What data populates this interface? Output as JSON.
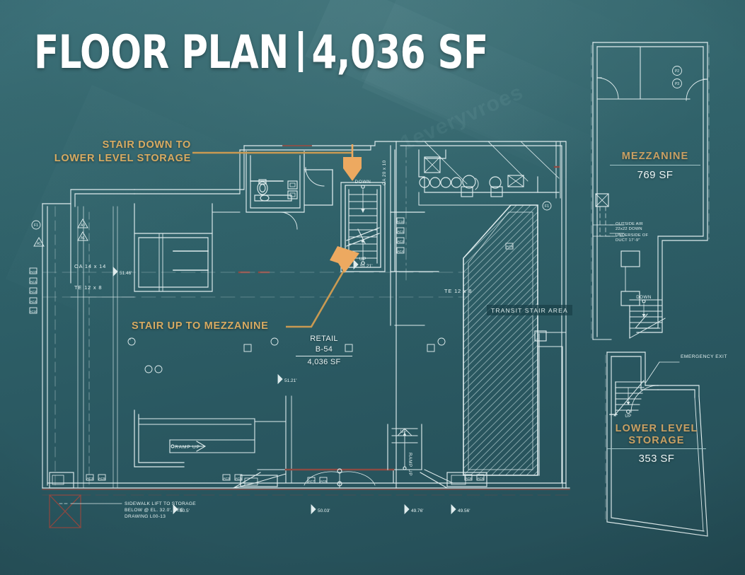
{
  "title": {
    "main": "FLOOR PLAN",
    "divider": "|",
    "area": "4,036 SF"
  },
  "colors": {
    "background_teal": "#2a5861",
    "background_teal_light": "#3c727b",
    "line_white": "#dfeced",
    "accent_gold": "#d8ab62",
    "stamp_gold": "#c9a063",
    "arrow_orange": "#eda960",
    "red_line": "#8c4a43"
  },
  "callouts": [
    {
      "id": "stair-down",
      "text": "STAIR DOWN TO\nLOWER LEVEL STORAGE",
      "leader": "horizontal",
      "arrow": "down"
    },
    {
      "id": "stair-up",
      "text": "STAIR UP TO MEZZANINE",
      "leader": "diagonal",
      "arrow": "up-right"
    }
  ],
  "main_plan": {
    "retail": {
      "name": "RETAIL",
      "suite": "B-54",
      "area": "4,036 SF"
    },
    "transit_stair_tag": "TRANSIT STAIR AREA",
    "stair_labels": {
      "down": "DOWN",
      "up": "UP"
    },
    "ramp_label": "RAMP UP",
    "ramp_label_vertical": "RAMP UP",
    "duct_tags": [
      "OA 14 x 14",
      "TE 12 x 8",
      "TE 12 x 8",
      "OA  20 x 10"
    ],
    "sidewalk_note": "SIDEWALK LIFT TO STORAGE\nBELOW @ EL. 32.0', SEE\nDRAWING L00-13",
    "spot_elevations": [
      "51.46'",
      "51.21'",
      "51.21'",
      "50.5'",
      "50.03'",
      "49.76'",
      "49.56'"
    ],
    "equipment_tags": [
      "AC0",
      "AC1",
      "AC2",
      "AC4",
      "AC10",
      "AC3",
      "AC5",
      "AC7",
      "AC9",
      "AC8",
      "AC6"
    ],
    "detail_bubbles": [
      "F1",
      "F1",
      "A3",
      "A1"
    ]
  },
  "mezzanine_panel": {
    "name": "MEZZANINE",
    "area": "769 SF",
    "notes": [
      "OUTSIDE AIR\n22x22 DOWN",
      "UNDERSIDE OF\nDUCT 17'-9\""
    ],
    "stair_label": "DOWN",
    "fixture_tags": [
      "P2",
      "P3"
    ]
  },
  "lower_level_panel": {
    "name": "LOWER LEVEL\nSTORAGE",
    "area": "353 SF",
    "exit_note": "EMERGENCY  EXIT",
    "stair_label": "UP"
  }
}
